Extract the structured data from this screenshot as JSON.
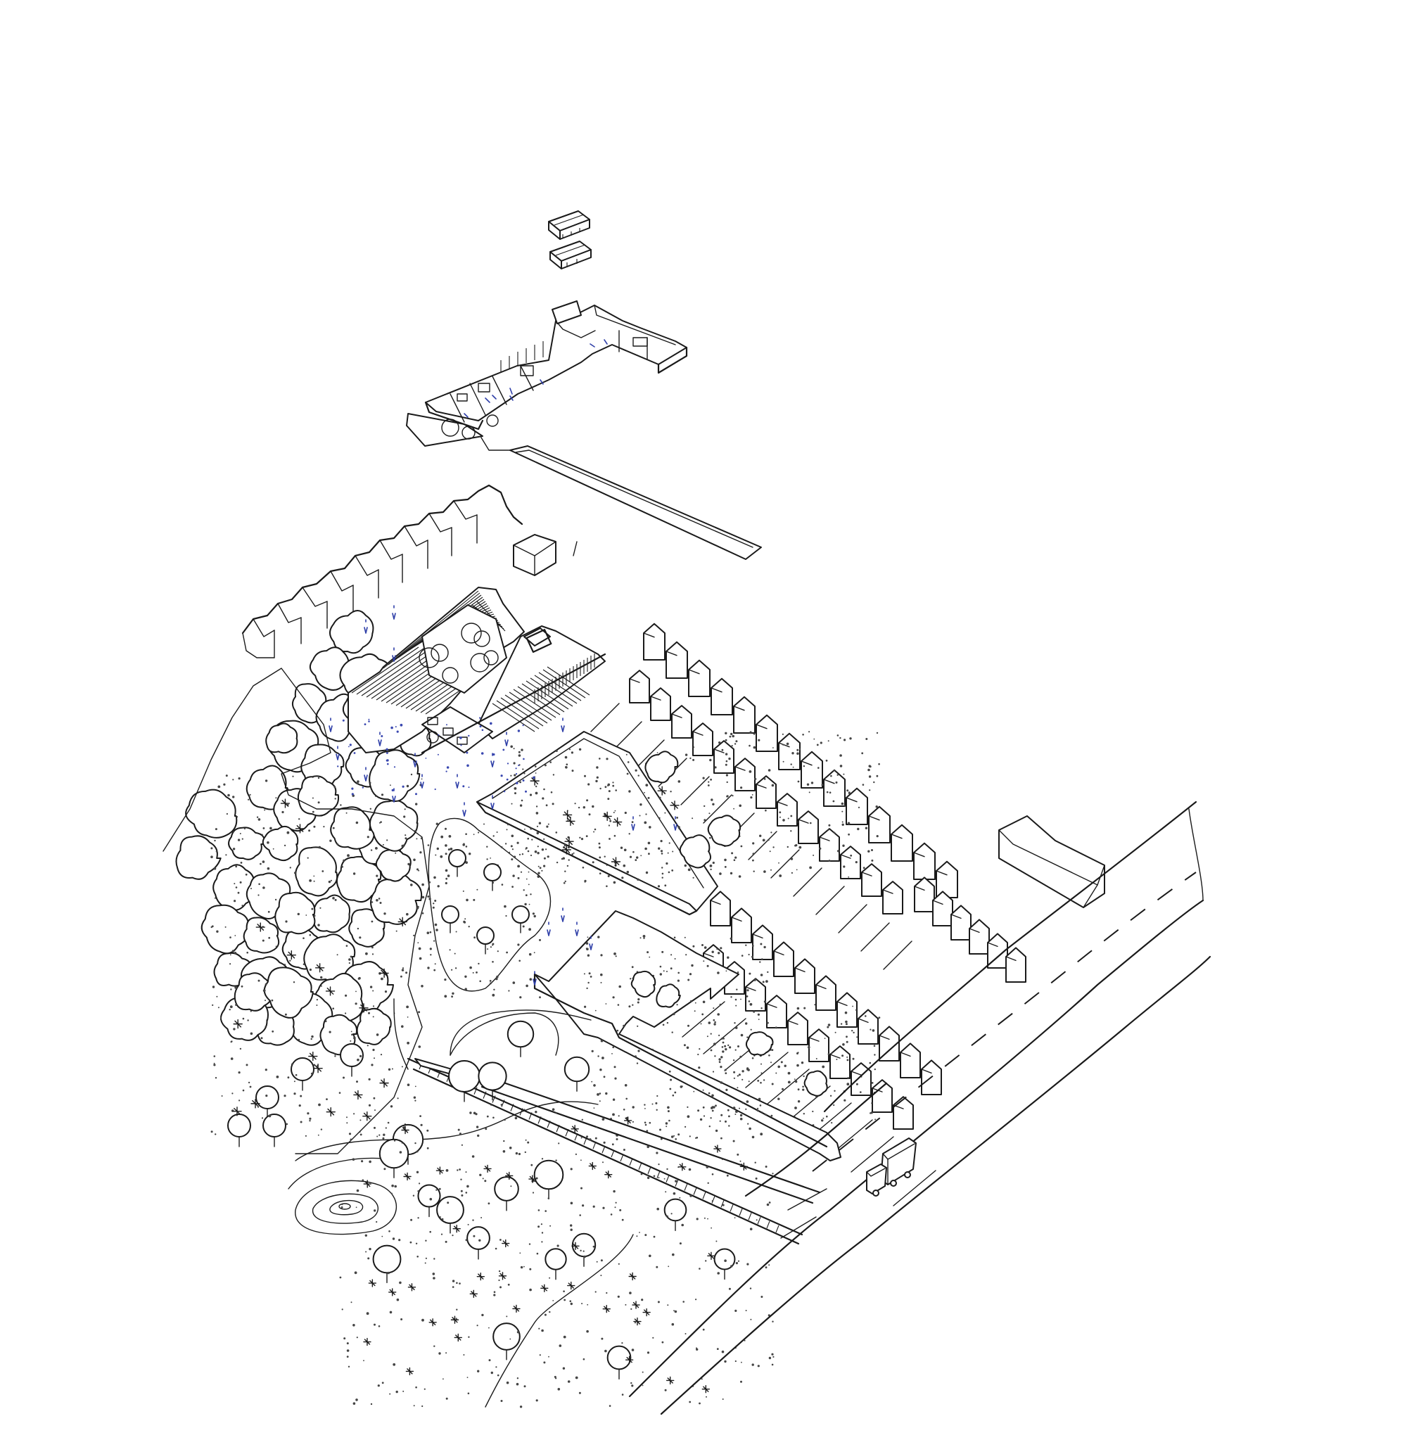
{
  "drawing": {
    "kind": "axonometric-site-plan",
    "style": "black line drawing on white",
    "colors": {
      "background": "#ffffff",
      "ink": "#1a1a1a",
      "accent": "#2f3fa8"
    },
    "layers": [
      "roof-modules-top",
      "roof-module-lower",
      "floor-plan-exploded",
      "site-ground-plan"
    ],
    "features": [
      "woodland",
      "terraced-houses",
      "courtyard-garden",
      "allotment-garden",
      "railway-tracks",
      "road",
      "truck",
      "pond"
    ]
  }
}
